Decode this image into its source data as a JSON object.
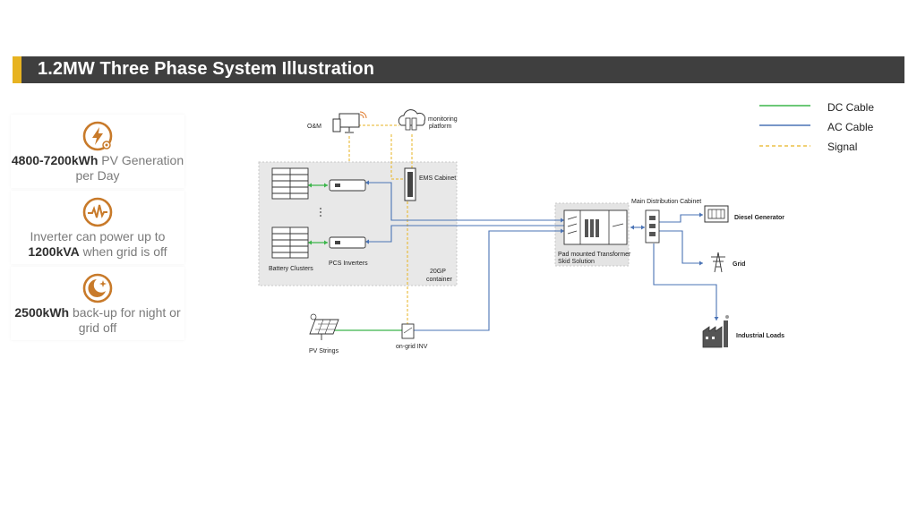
{
  "title": "1.2MW Three Phase System Illustration",
  "colors": {
    "dc": "#3bb54a",
    "ac": "#4a73b5",
    "signal": "#e7b321",
    "accent": "#e7b321",
    "dark": "#3f3f3f"
  },
  "features": [
    {
      "icon": "lightning-icon",
      "bold": "4800-7200kWh",
      "text": " PV Generation per Day"
    },
    {
      "icon": "waveform-icon",
      "pre": "Inverter can power up to ",
      "bold": "1200kVA",
      "text": " when grid is off"
    },
    {
      "icon": "moon-stars-icon",
      "bold": "2500kWh",
      "text": " back-up for night or grid off"
    }
  ],
  "legend": {
    "dc": "DC Cable",
    "ac": "AC Cable",
    "signal": "Signal"
  },
  "labels": {
    "om": "O&M",
    "monitoring1": "monitoring",
    "monitoring2": "platform",
    "ems": "EMS Cabinet",
    "battery": "Battery Clusters",
    "pcs": "PCS Inverters",
    "container1": "20GP",
    "container2": "container",
    "transformer1": "Pad mounted Transformer",
    "transformer2": "Skid Solution",
    "main_cabinet": "Main Distribution Cabinet",
    "diesel": "Diesel Generator",
    "grid": "Grid",
    "industrial": "Industrial Loads",
    "pv": "PV Strings",
    "ongrid": "on-grid INV"
  }
}
